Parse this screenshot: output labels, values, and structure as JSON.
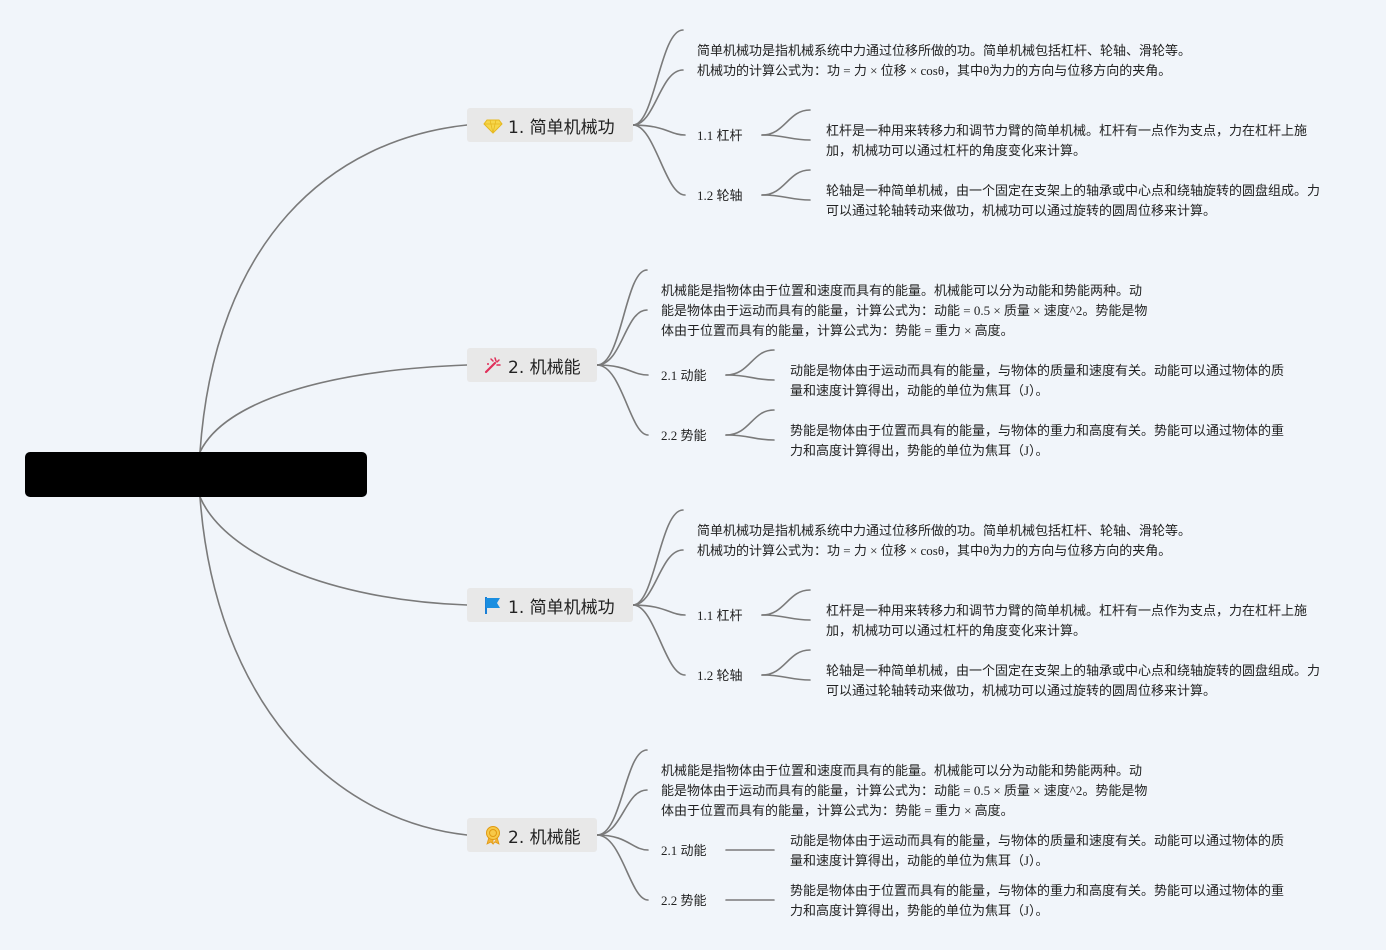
{
  "colors": {
    "background": "#f1f5fa",
    "line": "#7a7a7a",
    "topic_bg": "#e8e8e8",
    "root_bg": "#000000"
  },
  "root": {
    "label": ""
  },
  "topics": [
    {
      "label": "1. 简单机械功",
      "icon": "gem-icon",
      "desc": "简单机械功是指机械系统中力通过位移所做的功。简单机械包括杠杆、轮轴、滑轮等。机械功的计算公式为：功 = 力 × 位移 × cosθ，其中θ为力的方向与位移方向的夹角。",
      "subs": [
        {
          "label": "1.1 杠杆",
          "desc": "杠杆是一种用来转移力和调节力臂的简单机械。杠杆有一点作为支点，力在杠杆上施加，机械功可以通过杠杆的角度变化来计算。"
        },
        {
          "label": "1.2 轮轴",
          "desc": "轮轴是一种简单机械，由一个固定在支架上的轴承或中心点和绕轴旋转的圆盘组成。力可以通过轮轴转动来做功，机械功可以通过旋转的圆周位移来计算。"
        }
      ]
    },
    {
      "label": "2. 机械能",
      "icon": "magic-wand-icon",
      "desc": "机械能是指物体由于位置和速度而具有的能量。机械能可以分为动能和势能两种。动能是物体由于运动而具有的能量，计算公式为：动能 = 0.5 × 质量 × 速度^2。势能是物体由于位置而具有的能量，计算公式为：势能 = 重力 × 高度。",
      "subs": [
        {
          "label": "2.1 动能",
          "desc": "动能是物体由于运动而具有的能量，与物体的质量和速度有关。动能可以通过物体的质量和速度计算得出，动能的单位为焦耳（J）。"
        },
        {
          "label": "2.2 势能",
          "desc": "势能是物体由于位置而具有的能量，与物体的重力和高度有关。势能可以通过物体的重力和高度计算得出，势能的单位为焦耳（J）。"
        }
      ]
    },
    {
      "label": "1. 简单机械功",
      "icon": "flag-icon",
      "desc": "简单机械功是指机械系统中力通过位移所做的功。简单机械包括杠杆、轮轴、滑轮等。机械功的计算公式为：功 = 力 × 位移 × cosθ，其中θ为力的方向与位移方向的夹角。",
      "subs": [
        {
          "label": "1.1 杠杆",
          "desc": "杠杆是一种用来转移力和调节力臂的简单机械。杠杆有一点作为支点，力在杠杆上施加，机械功可以通过杠杆的角度变化来计算。"
        },
        {
          "label": "1.2 轮轴",
          "desc": "轮轴是一种简单机械，由一个固定在支架上的轴承或中心点和绕轴旋转的圆盘组成。力可以通过轮轴转动来做功，机械功可以通过旋转的圆周位移来计算。"
        }
      ]
    },
    {
      "label": "2. 机械能",
      "icon": "medal-icon",
      "desc": "机械能是指物体由于位置和速度而具有的能量。机械能可以分为动能和势能两种。动能是物体由于运动而具有的能量，计算公式为：动能 = 0.5 × 质量 × 速度^2。势能是物体由于位置而具有的能量，计算公式为：势能 = 重力 × 高度。",
      "subs": [
        {
          "label": "2.1 动能",
          "desc": "动能是物体由于运动而具有的能量，与物体的质量和速度有关。动能可以通过物体的质量和速度计算得出，动能的单位为焦耳（J）。"
        },
        {
          "label": "2.2 势能",
          "desc": "势能是物体由于位置而具有的能量，与物体的重力和高度有关。势能可以通过物体的重力和高度计算得出，势能的单位为焦耳（J）。"
        }
      ]
    }
  ]
}
